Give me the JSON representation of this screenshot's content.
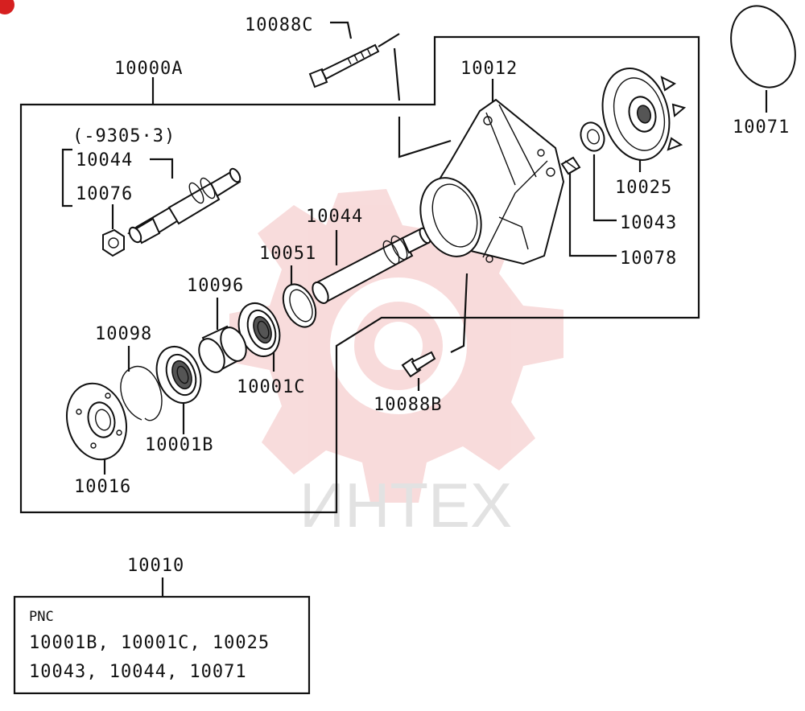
{
  "labels": {
    "p10088C": "10088C",
    "p10000A": "10000A",
    "p10012": "10012",
    "p10071": "10071",
    "date_range": "(-9305·3)",
    "p10044_upper": "10044",
    "p10076": "10076",
    "p10044_lower": "10044",
    "p10051": "10051",
    "p10096": "10096",
    "p10098": "10098",
    "p10001C": "10001C",
    "p10001B": "10001B",
    "p10016": "10016",
    "p10025": "10025",
    "p10043": "10043",
    "p10078": "10078",
    "p10088B": "10088B",
    "p10010": "10010"
  },
  "pnc_box": {
    "heading": "PNC",
    "line1": "10001B, 10001C, 10025",
    "line2": "10043, 10044, 10071"
  },
  "watermark": {
    "text": "ИНТЕХ",
    "color": "#f4c4c4"
  },
  "colors": {
    "line": "#111111",
    "watermark_text": "#e2e2e2",
    "corner_badge": "#d62020"
  }
}
